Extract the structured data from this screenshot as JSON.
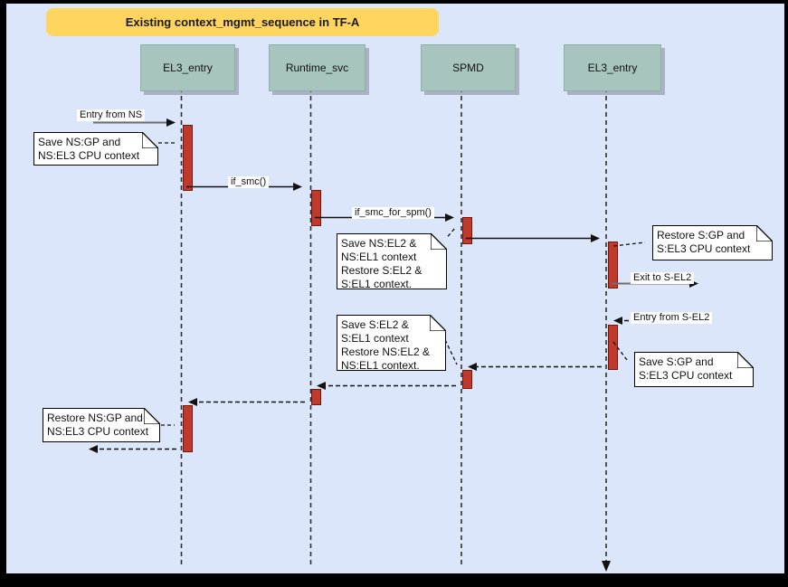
{
  "title": "Existing context_mgmt_sequence in TF-A",
  "lifelines": [
    {
      "label": "EL3_entry"
    },
    {
      "label": "Runtime_svc"
    },
    {
      "label": "SPMD"
    },
    {
      "label": "EL3_entry"
    }
  ],
  "messages": {
    "entry_from_ns": "Entry from NS",
    "if_smc": "if_smc()",
    "if_smc_for_spm": "if_smc_for_spm()",
    "exit_to_s_el2": "Exit to S-EL2",
    "entry_from_s_el2": "Entry from S-EL2"
  },
  "notes": {
    "save_ns_gp_el3": "Save NS:GP and\nNS:EL3 CPU context",
    "save_ns_el2_el1": "Save NS:EL2 &\nNS:EL1 context\nRestore S:EL2 &\nS:EL1 context.",
    "restore_s_gp_el3": "Restore S:GP and\nS:EL3 CPU context",
    "save_s_el2_el1": "Save S:EL2 &\nS:EL1 context\nRestore NS:EL2 &\nNS:EL1 context.",
    "save_s_gp_el3": "Save S:GP and\nS:EL3 CPU context",
    "restore_ns_gp_el3": "Restore NS:GP and\nNS:EL3 CPU context"
  },
  "colors": {
    "background": "#DCE6FB",
    "frame": "#000000",
    "banner_fill": "#FFD55F",
    "lifeline_header_fill": "#A7C4BF",
    "activation_fill": "#C0392B",
    "note_fill": "#FFFFFF"
  }
}
